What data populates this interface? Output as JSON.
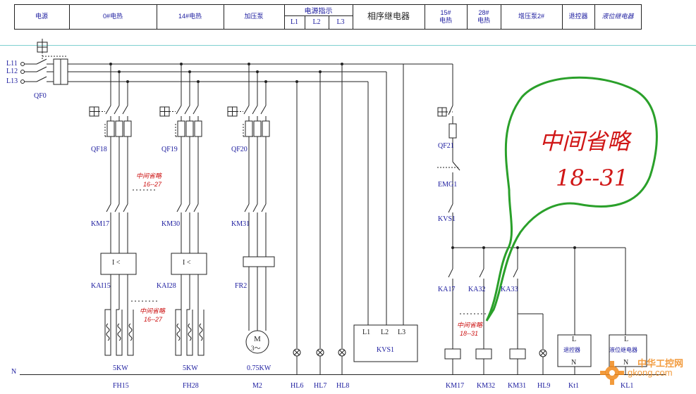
{
  "header": {
    "cells": [
      "电源",
      "0#电热",
      "14#电热",
      "加压泵",
      "相序继电器",
      "15#\n电热",
      "28#\n电热",
      "增压泵2#",
      "退控器",
      "液位继电器"
    ],
    "group_title": "电源指示",
    "group_items": [
      "L1",
      "L2",
      "L3"
    ]
  },
  "lines": {
    "phases": [
      "L11",
      "L12",
      "L13"
    ],
    "neutral": "N"
  },
  "components": {
    "main_breaker": "QF0",
    "breakers": [
      "QF18",
      "QF19",
      "QF20",
      "QF21"
    ],
    "contactors": [
      "KM17",
      "KM30",
      "KM31"
    ],
    "current_relays": [
      "KAI15",
      "KAI28"
    ],
    "relay_symbol": "I <",
    "thermal_relay": "FR2",
    "motor_symbol": "M",
    "motor_sub": "3～",
    "emergency": "EMG1",
    "kvs_contact": "KVS1",
    "relay_contacts": [
      "KA17",
      "KA32",
      "KA33"
    ],
    "phase_relay": {
      "name": "KVS1",
      "terminals": [
        "L1",
        "L2",
        "L3"
      ]
    },
    "temp_controller": {
      "label": "退控器",
      "L": "L",
      "N": "N"
    },
    "level_relay": {
      "label": "液位继电器",
      "L": "L",
      "N": "N"
    }
  },
  "bottom_labels": {
    "power": [
      "5KW",
      "5KW",
      "0.75KW"
    ],
    "names": [
      "FH15",
      "FH28",
      "M2",
      "HL6",
      "HL7",
      "HL8",
      "KM17",
      "KM32",
      "KM31",
      "HL9",
      "Kt1",
      "KL1"
    ]
  },
  "notes": {
    "omit_small": "中间省略",
    "range_small": "16--27",
    "range_small_2": "18--31",
    "cloud_title": "中间省略",
    "cloud_range": "18--31"
  },
  "watermark": {
    "cn": "中华工控网",
    "url": "gkong.com"
  },
  "colors": {
    "wire": "#222222",
    "label": "#1a1a9e",
    "note": "#cc1111",
    "cloud": "#2aa02a",
    "watermark_orange": "#f08a1c"
  }
}
